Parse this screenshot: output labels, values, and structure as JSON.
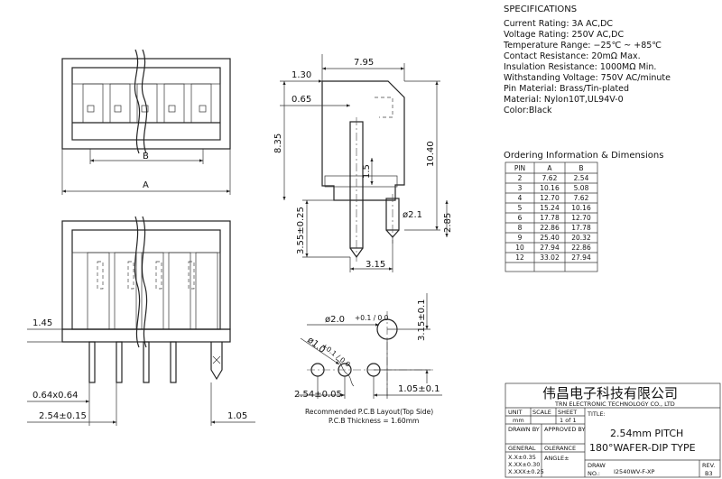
{
  "specifications": {
    "heading": "SPECIFICATIONS",
    "lines": [
      "Current Rating: 3A AC,DC",
      "Voltage Rating: 250V AC,DC",
      "Temperature Range: −25℃ ~ +85℃",
      "Contact Resistance: 20mΩ Max.",
      "Insulation Resistance: 1000MΩ Min.",
      "Withstanding Voltage: 750V AC/minute",
      "Pin Material: Brass/Tin-plated",
      "Material: Nylon10T,UL94V-0",
      "Color:Black"
    ]
  },
  "ordering": {
    "heading": "Ordering Information & Dimensions",
    "columns": [
      "PIN",
      "A",
      "B"
    ],
    "rows": [
      [
        "2",
        "7.62",
        "2.54"
      ],
      [
        "3",
        "10.16",
        "5.08"
      ],
      [
        "4",
        "12.70",
        "7.62"
      ],
      [
        "5",
        "15.24",
        "10.16"
      ],
      [
        "6",
        "17.78",
        "12.70"
      ],
      [
        "8",
        "22.86",
        "17.78"
      ],
      [
        "9",
        "25.40",
        "20.32"
      ],
      [
        "10",
        "27.94",
        "22.86"
      ],
      [
        "12",
        "33.02",
        "27.94"
      ]
    ]
  },
  "dimensions": {
    "label_b": "B",
    "label_a": "A",
    "d_1_30": "1.30",
    "d_7_95": "7.95",
    "d_0_65": "0.65",
    "d_8_35": "8.35",
    "d_10_40": "10.40",
    "d_1_5": "1.5",
    "d_2_1": "ø2.1",
    "d_2_85": "2.85",
    "d_3_55": "3.55±0.25",
    "d_3_15": "3.15",
    "d_1_45": "1.45",
    "d_0_64": "0.64x0.64",
    "d_2_54_015": "2.54±0.15",
    "d_1_05": "1.05",
    "d_2_0": "ø2.0",
    "d_2_0_tol": "+0.1 / 0.0",
    "d_1_0": "ø1.0",
    "d_1_0_tol": "+0.1 / 0.0",
    "d_3_15_pcb": "3.15±0.1",
    "d_2_54_005": "2.54±0.05",
    "d_1_05_01": "1.05±0.1"
  },
  "pcb_note": {
    "line1": "Recommended P.C.B Layout(Top Side)",
    "line2": "P.C.B Thickness = 1.60mm"
  },
  "title_block": {
    "company_cn": "伟昌电子科技有限公司",
    "company_en": "TRN ELECTRONIC TECHNOLOGY CO., LTD",
    "unit_label": "UNIT",
    "unit_value": "mm",
    "scale_label": "SCALE",
    "scale_value": "",
    "sheet_label": "SHEET",
    "sheet_value": "1 of 1",
    "title_label": "TITLE:",
    "title_line1": "2.54mm PITCH",
    "title_line2": "180°WAFER-DIP TYPE",
    "drawn_by": "DRAWN BY",
    "approved_by": "APPROVED BY",
    "general": "GENERAL",
    "tolerance": "OLERANCE",
    "angle": "ANGLE±",
    "tol_1": "X.X±0.35",
    "tol_2": "X.XX±0.30",
    "tol_3": "X.XXX±0.25",
    "draw_label": "DRAW",
    "no_label": "NO.:",
    "draw_no": "I2540WV-F-XP",
    "rev_label": "REV.",
    "rev_value": "B3"
  }
}
